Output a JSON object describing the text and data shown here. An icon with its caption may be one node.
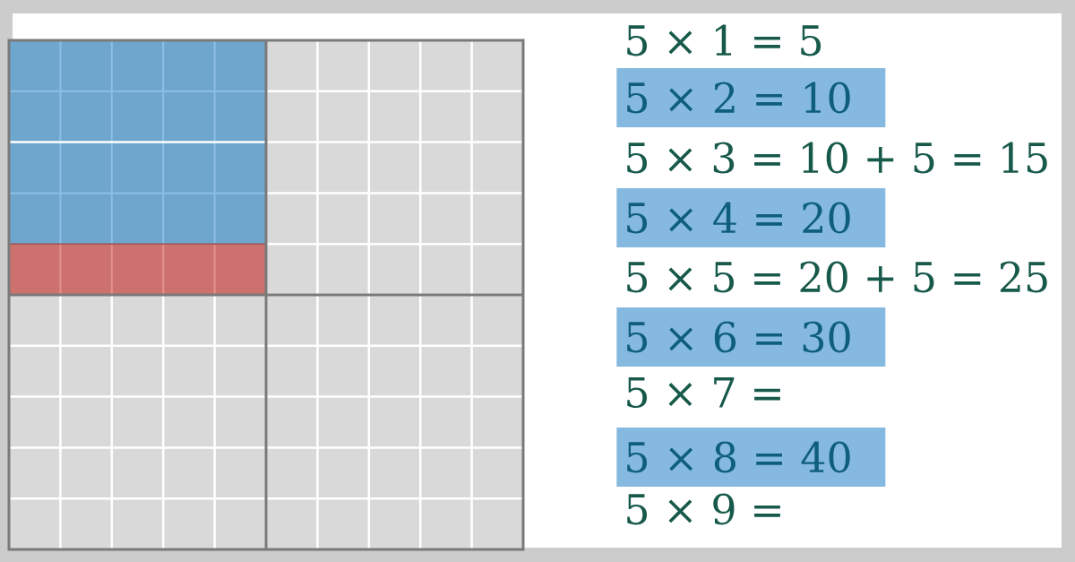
{
  "diagram": {
    "nodes": [
      {
        "text": [
          "5 × 2 = 10"
        ]
      },
      {
        "text": [
          "5 × 4 = 20"
        ]
      },
      {
        "text": [
          "5 × 6 = 30"
        ]
      },
      {
        "text": [
          "5 × 8 = 40"
        ]
      }
    ],
    "labels": [
      "5 × 1 = 5",
      "5 × 3 = 10 + 5 = 15",
      "5 × 5 = 20 + 5 = 25",
      "5 × 7 =",
      "5 × 9 ="
    ]
  }
}
